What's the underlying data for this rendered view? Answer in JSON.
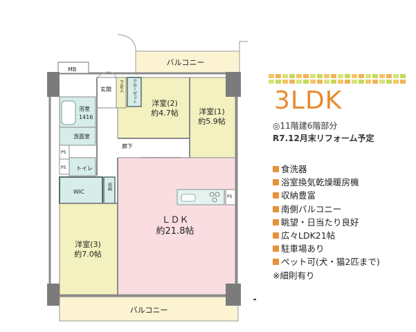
{
  "plan": {
    "balcony_top": "バルコニー",
    "balcony_bottom": "バルコニー",
    "mb": "MB",
    "genkan": "玄関",
    "shitabako": "下足入",
    "closet": "クローゼット",
    "youshitsu2": {
      "name": "洋室(2)",
      "size": "約4.7帖"
    },
    "youshitsu1": {
      "name": "洋室(1)",
      "size": "約5.9帖"
    },
    "youshitsu3": {
      "name": "洋室(3)",
      "size": "約7.0帖"
    },
    "bath": {
      "name": "浴室",
      "size": "1416"
    },
    "senmenshitsu": "洗面室",
    "ps": "PS",
    "toilet": "トイレ",
    "rouka": "廊下",
    "shuunou": "収納",
    "wic": "WIC",
    "ldk": {
      "name": "ＬＤＫ",
      "size": "約21.8帖"
    }
  },
  "info": {
    "layout": "3LDK",
    "floor": "◎11階建6階部分",
    "reform": "R7.12月末リフォーム予定",
    "features": [
      "食洗器",
      "浴室換気乾燥暖房機",
      "収納豊富",
      "南側バルコニー",
      "眺望・日当たり良好",
      "広々LDK21帖",
      "駐車場あり",
      "ペット可(犬・猫2匹まで)"
    ],
    "note": "※細則有り",
    "dot_colors_top": [
      "#f5c56a",
      "#f0b35a",
      "#d8e37b",
      "#c6d95a",
      "#f5c56a",
      "#f0b35a",
      "#d8e37b",
      "#c6d95a",
      "#f5c56a",
      "#f0b35a",
      "#d8e37b",
      "#c6d95a",
      "#f5c56a",
      "#f0b35a",
      "#d8e37b",
      "#c6d95a",
      "#f5c56a",
      "#f0b35a",
      "#d8e37b",
      "#c6d95a"
    ],
    "accent": "#e88b2e"
  },
  "colors": {
    "balcony": "#fbf3d2",
    "bedroom": "#f3f1bf",
    "ldk": "#f9dde0",
    "wet": "#d6ede9",
    "wall": "#8a8a8a",
    "pillar": "#7b7b7b"
  }
}
